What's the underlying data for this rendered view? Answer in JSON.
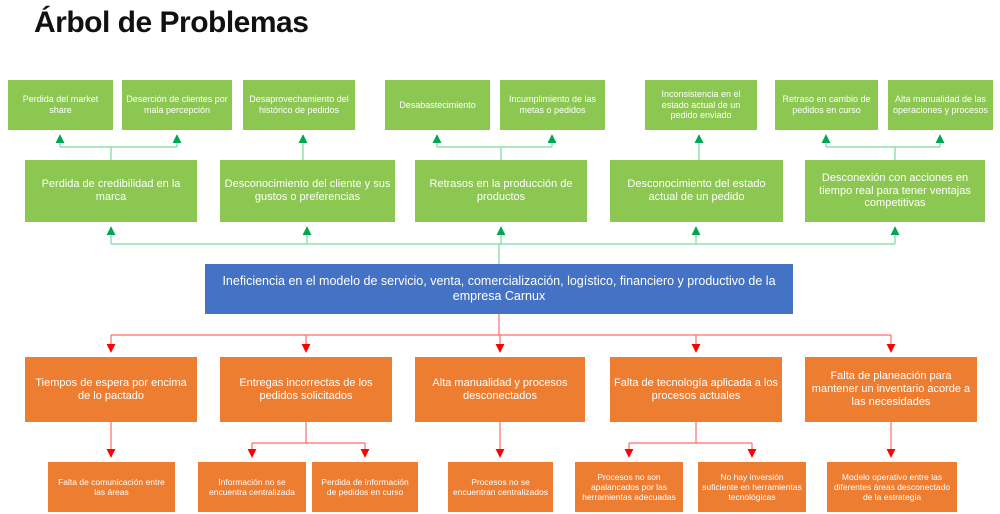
{
  "title": "Árbol de Problemas",
  "colors": {
    "effect_green": "#8CC751",
    "problem_blue": "#4472C4",
    "cause_orange": "#ED7D31",
    "green_connector": "#7CD9A0",
    "green_arrowhead": "#00A651",
    "red_connector": "#FF6B6B",
    "red_arrowhead": "#FE0000"
  },
  "tree": {
    "effects_top": [
      {
        "label": "Perdida del market share"
      },
      {
        "label": "Deserción de clientes por mala percepción"
      },
      {
        "label": "Desaprovechamiento del histórico de pedidos"
      },
      {
        "label": "Desabastecimiento"
      },
      {
        "label": "Incumplimiento de las metas o pedidos"
      },
      {
        "label": "Inconsistencia en el estado actual de un pedido enviado"
      },
      {
        "label": "Retraso en cambio de pedidos en curso"
      },
      {
        "label": "Alta manualidad de las operaciones y procesos"
      }
    ],
    "effects_mid": [
      {
        "label": "Perdida de credibilidad en la marca"
      },
      {
        "label": "Desconocimiento del cliente y sus gustos o preferencias"
      },
      {
        "label": "Retrasos en la producción de productos"
      },
      {
        "label": "Desconocimiento del estado actual de un pedido"
      },
      {
        "label": "Desconexión con acciones en tiempo real para tener ventajas competitivas"
      }
    ],
    "problem": "Ineficiencia en el modelo de servicio, venta, comercialización, logístico, financiero y productivo de la empresa Carnux",
    "causes": [
      {
        "label": "Tiempos de espera por encima de lo pactado"
      },
      {
        "label": "Entregas incorrectas de los pedidos solicitados"
      },
      {
        "label": "Alta manualidad y procesos desconectados"
      },
      {
        "label": "Falta de tecnología aplicada a los procesos actuales"
      },
      {
        "label": "Falta de planeación para mantener  un  inventario acorde a las necesidades"
      }
    ],
    "causes_sub": [
      {
        "label": "Falta de comunicación entre las áreas"
      },
      {
        "label": "Información no se encuentra centralizada"
      },
      {
        "label": "Perdida de información de pedidos en curso"
      },
      {
        "label": "Procesos no se encuentran centralizados"
      },
      {
        "label": "Procesos no son apalancados por las herramientas adecuadas"
      },
      {
        "label": "No hay inversión suficiente en herramientas tecnológicas"
      },
      {
        "label": "Modelo operativo entre las diferentes áreas desconectado de la estrategia"
      }
    ]
  }
}
